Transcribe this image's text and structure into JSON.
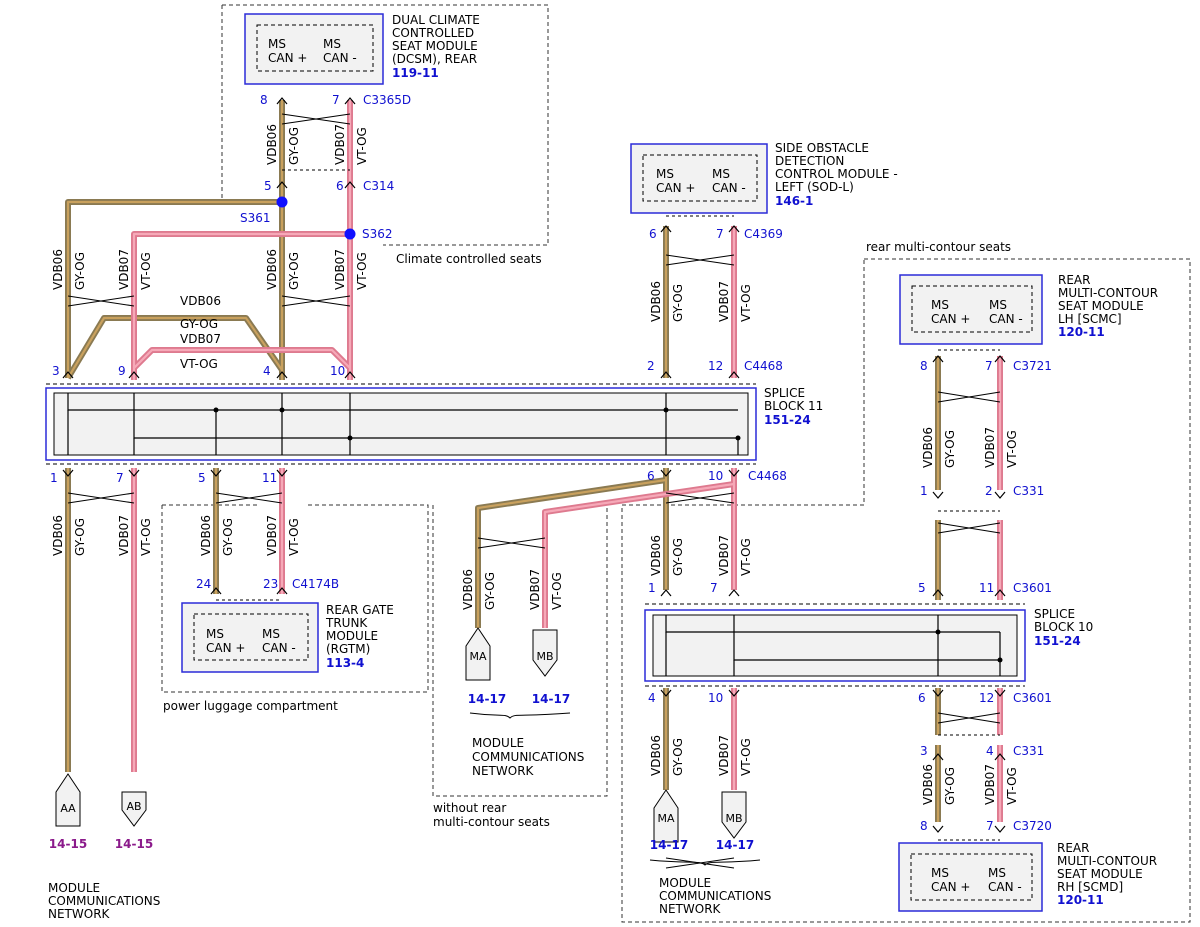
{
  "colors": {
    "wire_gy_og": "#8a7a52",
    "wire_gy_og_core": "#b8955a",
    "wire_vt_og": "#e8879a",
    "wire_vt_og_core": "#f3a3b3",
    "module_border": "#2b2bd8",
    "splice_dot": "#1010ff",
    "ref_blue": "#1010d0",
    "ref_purple": "#8b1a8b",
    "box_fill": "#f2f2f2"
  },
  "areas": {
    "climate": "Climate controlled seats",
    "power_luggage": "power luggage compartment",
    "without_rear_1": "without rear",
    "without_rear_2": "multi-contour seats",
    "rear_multi": "rear multi-contour seats"
  },
  "modules": {
    "dcsm": {
      "lines": [
        "DUAL CLIMATE",
        "CONTROLLED",
        "SEAT MODULE",
        "(DCSM), REAR"
      ],
      "ref": "119-11"
    },
    "sodl": {
      "lines": [
        "SIDE OBSTACLE",
        "DETECTION",
        "CONTROL MODULE -",
        "LEFT (SOD-L)"
      ],
      "ref": "146-1"
    },
    "scmc": {
      "lines": [
        "REAR",
        "MULTI-CONTOUR",
        "SEAT MODULE",
        "LH [SCMC]"
      ],
      "ref": "120-11"
    },
    "scmd": {
      "lines": [
        "REAR",
        "MULTI-CONTOUR",
        "SEAT MODULE",
        "RH [SCMD]"
      ],
      "ref": "120-11"
    },
    "rgtm": {
      "lines": [
        "REAR GATE",
        "TRUNK",
        "MODULE",
        "(RGTM)"
      ],
      "ref": "113-4"
    },
    "splice11": {
      "lines": [
        "SPLICE",
        "BLOCK 11"
      ],
      "ref": "151-24"
    },
    "splice10": {
      "lines": [
        "SPLICE",
        "BLOCK 10"
      ],
      "ref": "151-24"
    }
  },
  "pins": {
    "ms_can_plus_1": "MS",
    "ms_can_plus_2": "CAN +",
    "ms_can_minus_1": "MS",
    "ms_can_minus_2": "CAN -"
  },
  "circuits": {
    "vdb06": "VDB06",
    "vdb07": "VDB07",
    "gy_og": "GY-OG",
    "vt_og": "VT-OG"
  },
  "connectors": {
    "c3365d": "C3365D",
    "c314": "C314",
    "s361": "S361",
    "s362": "S362",
    "c4369": "C4369",
    "c4468a": "C4468",
    "c4468b": "C4468",
    "c4174b": "C4174B",
    "c3721": "C3721",
    "c331a": "C331",
    "c3601a": "C3601",
    "c3601b": "C3601",
    "c331b": "C331",
    "c3720": "C3720"
  },
  "pin_numbers": {
    "dcsm_a": "8",
    "dcsm_b": "7",
    "c314_a": "5",
    "c314_b": "6",
    "sb11_in_3": "3",
    "sb11_in_9": "9",
    "sb11_in_4": "4",
    "sb11_in_10": "10",
    "sb11_in_2": "2",
    "sb11_in_12": "12",
    "sodl_a": "6",
    "sodl_b": "7",
    "sb11_out_1": "1",
    "sb11_out_7": "7",
    "sb11_out_5": "5",
    "sb11_out_11": "11",
    "sb11_out_6": "6",
    "sb11_out_10": "10",
    "rgtm_a": "24",
    "rgtm_b": "23",
    "scmc_a": "8",
    "scmc_b": "7",
    "c331_a": "1",
    "c331_b": "2",
    "sb10_in_1": "1",
    "sb10_in_7": "7",
    "sb10_in_5": "5",
    "sb10_in_11": "11",
    "sb10_out_4": "4",
    "sb10_out_10": "10",
    "sb10_out_6": "6",
    "sb10_out_12": "12",
    "c331b_a": "3",
    "c331b_b": "4",
    "scmd_a": "8",
    "scmd_b": "7"
  },
  "terminals": {
    "aa": "AA",
    "ab": "AB",
    "ma1": "MA",
    "mb1": "MB",
    "ma2": "MA",
    "mb2": "MB"
  },
  "terminal_refs": {
    "aa": "14-15",
    "ab": "14-15",
    "ma1": "14-17",
    "mb1": "14-17",
    "ma2": "14-17",
    "mb2": "14-17"
  },
  "network_labels": {
    "line1": "MODULE",
    "line2": "COMMUNICATIONS",
    "line3": "NETWORK"
  }
}
